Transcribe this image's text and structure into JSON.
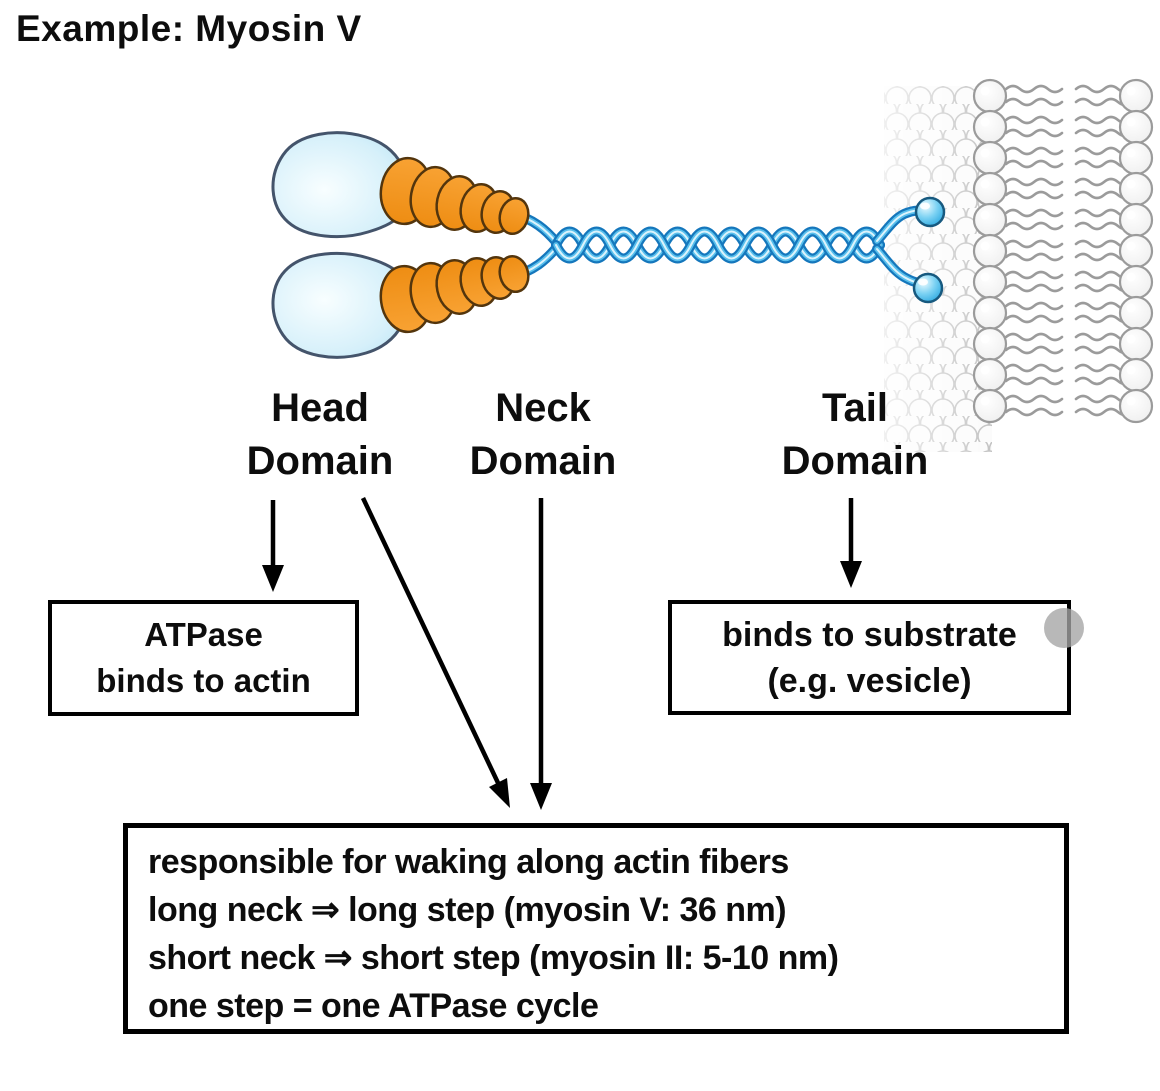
{
  "title": "Example: Myosin V",
  "labels": {
    "head": {
      "line1": "Head",
      "line2": "Domain"
    },
    "neck": {
      "line1": "Neck",
      "line2": "Domain"
    },
    "tail": {
      "line1": "Tail",
      "line2": "Domain"
    }
  },
  "boxes": {
    "head_function": {
      "line1": "ATPase",
      "line2": "binds to actin"
    },
    "tail_function": {
      "line1": "binds to substrate",
      "line2": "(e.g. vesicle)"
    },
    "neck_function": {
      "line1": "responsible for waking along actin fibers",
      "line2": "long neck ⇒ long step (myosin V: 36 nm)",
      "line3": "short neck ⇒ short step (myosin II: 5-10 nm)",
      "line4": "one step = one ATPase cycle"
    }
  },
  "colors": {
    "head_fill": "#cdeaf8",
    "neck_orange": "#F5941D",
    "tail_blue": "#1577BC",
    "membrane_gray": "#9B9B9B",
    "pointer_dot": "#A4A4A4",
    "text": "#0D0D0D"
  }
}
